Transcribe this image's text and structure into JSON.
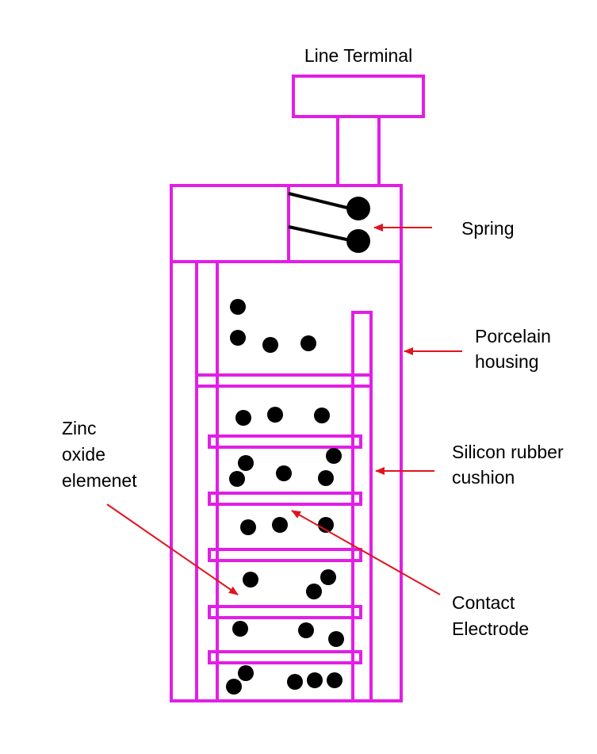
{
  "labels": {
    "line_terminal": "Line Terminal",
    "spring": "Spring",
    "porcelain_housing": [
      "Porcelain",
      "housing"
    ],
    "silicon_rubber_cushion": [
      "Silicon rubber",
      "cushion"
    ],
    "zinc_oxide_element": [
      "Zinc",
      "oxide",
      "elemenet"
    ],
    "contact_electrode": [
      "Contact",
      "Electrode"
    ]
  },
  "colors": {
    "structure": "#e21ee6",
    "arrow": "#e0141e",
    "particle": "#000000",
    "background": "#ffffff"
  }
}
